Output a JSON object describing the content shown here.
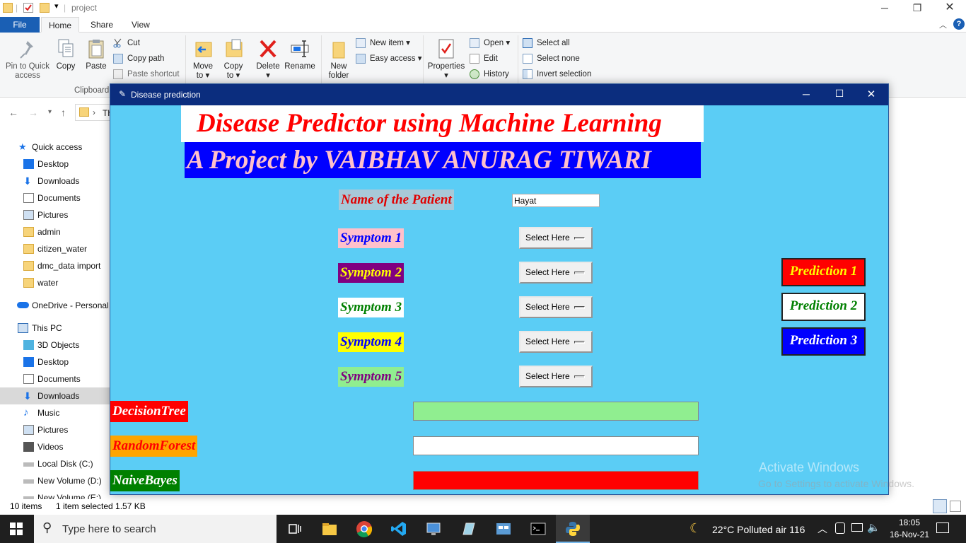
{
  "explorer": {
    "title": "project",
    "tabs": {
      "file": "File",
      "home": "Home",
      "share": "Share",
      "view": "View"
    },
    "ribbon": {
      "pin": [
        "Pin to Quick",
        "access"
      ],
      "copy": "Copy",
      "paste": "Paste",
      "cut": "Cut",
      "copy_path": "Copy path",
      "paste_shortcut": "Paste shortcut",
      "clipboard_group": "Clipboard",
      "move_to": [
        "Move",
        "to ▾"
      ],
      "copy_to": [
        "Copy",
        "to ▾"
      ],
      "delete": [
        "Delete",
        "▾"
      ],
      "rename": "Rename",
      "new_folder": [
        "New",
        "folder"
      ],
      "new_item": "New item ▾",
      "easy_access": "Easy access ▾",
      "properties": [
        "Properties",
        "▾"
      ],
      "open": "Open ▾",
      "edit": "Edit",
      "history": "History",
      "select_all": "Select all",
      "select_none": "Select none",
      "invert_selection": "Invert selection"
    },
    "address_partial": "Th",
    "nav": {
      "quick_access": "Quick access",
      "qa_items": [
        "Desktop",
        "Downloads",
        "Documents",
        "Pictures",
        "admin",
        "citizen_water",
        "dmc_data import",
        "water"
      ],
      "onedrive": "OneDrive - Personal",
      "this_pc": "This PC",
      "pc_items": [
        "3D Objects",
        "Desktop",
        "Documents",
        "Downloads",
        "Music",
        "Pictures",
        "Videos",
        "Local Disk (C:)",
        "New Volume (D:)",
        "New Volume (E:)"
      ]
    },
    "status": {
      "count": "10 items",
      "selected": "1 item selected  1.57 KB"
    }
  },
  "tk": {
    "window_title": "Disease prediction",
    "heading": "Disease Predictor using Machine Learning",
    "subheading": "A Project by VAIBHAV ANURAG TIWARI",
    "patient_label": "Name of the Patient",
    "patient_name": "Hayat",
    "symptoms": [
      "Symptom 1",
      "Symptom 2",
      "Symptom 3",
      "Symptom 4",
      "Symptom 5"
    ],
    "select_label": "Select Here",
    "predictions": [
      "Prediction 1",
      "Prediction 2",
      "Prediction 3"
    ],
    "algorithms": [
      "DecisionTree",
      "RandomForest",
      "NaiveBayes"
    ]
  },
  "watermark": {
    "line1": "Activate Windows",
    "line2": "Go to Settings to activate Windows."
  },
  "taskbar": {
    "search_placeholder": "Type here to search",
    "weather": "22°C  Polluted air 116",
    "time": "18:05",
    "date": "16-Nov-21"
  },
  "colors": {
    "tk_bg": "#5bcdf5",
    "tk_titlebar": "#0b2d7e",
    "heading_fg": "#ff0000",
    "subheading_bg": "#0000ff",
    "subheading_fg": "#ffc0cb"
  }
}
